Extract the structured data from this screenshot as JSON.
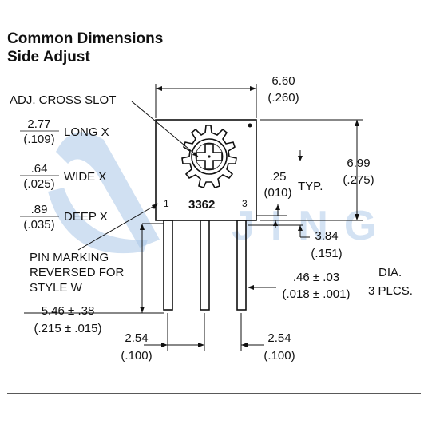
{
  "title": {
    "line1": "Common Dimensions",
    "line2": "Side Adjust"
  },
  "part_number": "3362",
  "pin_labels": {
    "left": "1",
    "right": "3"
  },
  "watermark": {
    "text": "JING",
    "color": "#a9c7e8"
  },
  "callouts": {
    "adj_slot": "ADJ. CROSS SLOT",
    "long_x": {
      "mm": "2.77",
      "in": "(.109)",
      "label": "LONG X"
    },
    "wide_x": {
      "mm": ".64",
      "in": "(.025)",
      "label": "WIDE X"
    },
    "deep_x": {
      "mm": ".89",
      "in": "(.035)",
      "label": "DEEP X"
    },
    "pin_marking": [
      "PIN MARKING",
      "REVERSED FOR",
      "STYLE W"
    ],
    "width": {
      "mm": "6.60",
      "in": "(.260)"
    },
    "height": {
      "mm": "6.99",
      "in": "(.275)"
    },
    "standoff": {
      "mm": ".25",
      "in": "(010)",
      "label": "TYP."
    },
    "pin_length": {
      "mm": "3.84",
      "in": "(.151)"
    },
    "pin_dia": {
      "mm": ".46 ± .03",
      "in": "(.018 ± .001)",
      "label1": "DIA.",
      "label2": "3 PLCS."
    },
    "side_offset": {
      "mm": "5.46 ± .38",
      "in": "(.215 ± .015)"
    },
    "pitch_left": {
      "mm": "2.54",
      "in": "(.100)"
    },
    "pitch_right": {
      "mm": "2.54",
      "in": "(.100)"
    }
  }
}
